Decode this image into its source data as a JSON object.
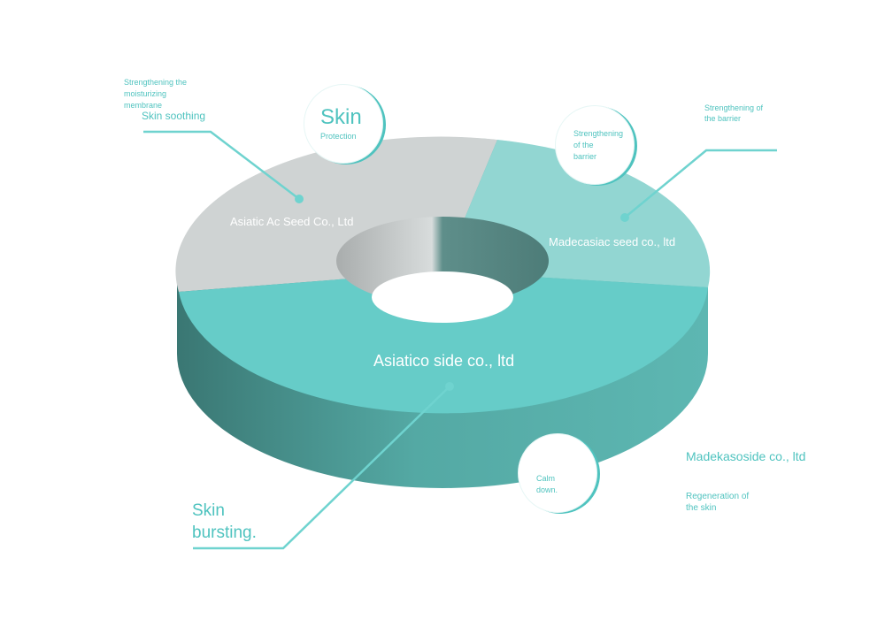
{
  "segments": {
    "top_left": "Asiatic Ac Seed Co., Ltd",
    "right": "Madecasiac seed co., ltd",
    "bottom": "Asiatico side co., ltd"
  },
  "bubbles": {
    "skin_title": "Skin",
    "skin_sub": "Protection",
    "barrier_line1": "Strengthening",
    "barrier_line2": "of the",
    "barrier_line3": "barrier",
    "calm_line1": "Calm",
    "calm_line2": "down."
  },
  "callouts": {
    "moist_line1": "Strengthening the",
    "moist_line2": "moisturizing",
    "moist_line3": "membrane",
    "soothing": "Skin soothing",
    "barrier_right_line1": "Strengthening of",
    "barrier_right_line2": "the barrier",
    "bursting_line1": "Skin",
    "bursting_line2": "bursting.",
    "madekasoside": "Madekasoside co., ltd",
    "regen_line1": "Regeneration of",
    "regen_line2": "the skin"
  },
  "colors": {
    "teal": "#66ccc8",
    "light_teal": "#92d6d2",
    "gray": "#cfd3d3",
    "side_dark": "#3e7f7b",
    "accent": "#4fc3bf"
  }
}
